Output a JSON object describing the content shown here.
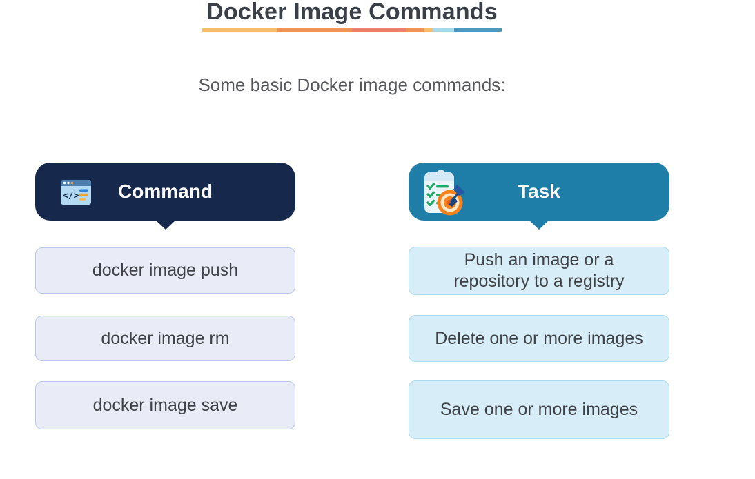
{
  "header": {
    "title": "Docker Image Commands",
    "subtitle": "Some basic Docker image commands:"
  },
  "title_underline": {
    "segments": [
      {
        "color": "#F6BE6B",
        "width_pct": 25
      },
      {
        "color": "#F09356",
        "width_pct": 25
      },
      {
        "color": "#EC7F70",
        "width_pct": 18
      },
      {
        "color": "#F09356",
        "width_pct": 6
      },
      {
        "color": "#F6BE6B",
        "width_pct": 3
      },
      {
        "color": "#A6D7EA",
        "width_pct": 7
      },
      {
        "color": "#4D97BD",
        "width_pct": 16
      }
    ]
  },
  "columns": {
    "command": {
      "header": "Command",
      "icon": "code-window-icon",
      "header_color": "#16294D",
      "item_bg": "#E9EBF7",
      "item_border": "#BAC6EC",
      "items": [
        "docker image push",
        "docker image rm",
        "docker image save"
      ]
    },
    "task": {
      "header": "Task",
      "icon": "checklist-target-icon",
      "header_color": "#1E7EA8",
      "item_bg": "#D7EEF8",
      "item_border": "#A9DAEF",
      "items": [
        "Push an image or a repository to a registry",
        "Delete one or more images",
        "Save one or more images"
      ]
    }
  },
  "colors": {
    "background": "#FFFFFF",
    "title_text": "#3A3F48",
    "subtitle_text": "#57585B",
    "item_text": "#404247",
    "header_label_text": "#FFFFFF"
  }
}
